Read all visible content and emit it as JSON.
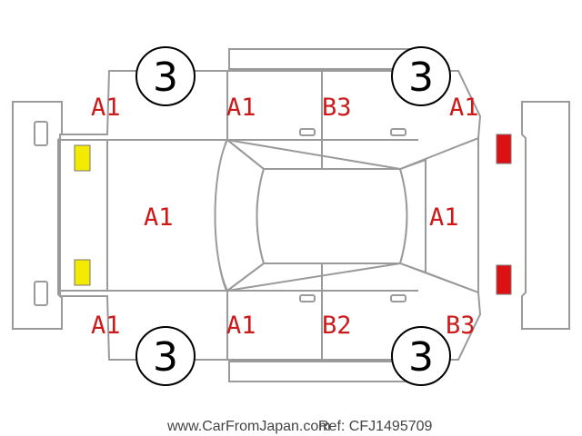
{
  "colors": {
    "outline": "#9a9a9a",
    "code_text": "#cc1a1a",
    "front_lamp": "#f2ea00",
    "rear_lamp": "#dd1111"
  },
  "tires": {
    "front_left": "3",
    "rear_left": "3",
    "front_right": "3",
    "rear_right": "3"
  },
  "codes": {
    "front_left_fender": "A1",
    "front_left_door": "A1",
    "rear_left_door": "B3",
    "left_quarter": "A1",
    "hood": "A1",
    "rear_panel": "A1",
    "front_right_fender": "A1",
    "front_right_door": "A1",
    "rear_right_door": "B2",
    "right_quarter": "B3"
  },
  "caption": {
    "site": "www.CarFromJapan.com",
    "ref": "Ref: CFJ1495709"
  }
}
